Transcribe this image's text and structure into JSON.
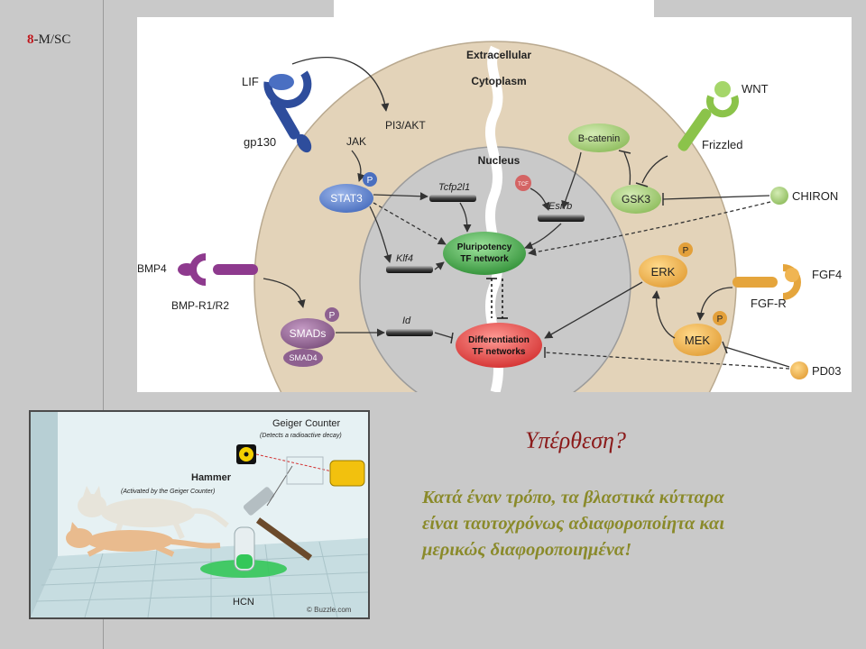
{
  "slide": {
    "number": "8",
    "code": "-M/SC"
  },
  "diagram": {
    "compartments": {
      "extracellular": "Extracellular",
      "cytoplasm": "Cytoplasm",
      "nucleus": "Nucleus"
    },
    "ligands": {
      "lif": "LIF",
      "gp130": "gp130",
      "jak": "JAK",
      "pi3akt": "PI3/AKT",
      "bmp4": "BMP4",
      "bmpr": "BMP-R1/R2",
      "wnt": "WNT",
      "frizzled": "Frizzled",
      "chiron": "CHIRON",
      "fgf4": "FGF4",
      "fgfr": "FGF-R",
      "pd03": "PD03"
    },
    "proteins": {
      "stat3": "STAT3",
      "smads": "SMADs",
      "smad4": "SMAD4",
      "bcatenin": "B-catenin",
      "gsk3": "GSK3",
      "erk": "ERK",
      "mek": "MEK",
      "tcf": "TCF",
      "phospho": "P"
    },
    "genes": {
      "tcfp2l1": "Tcfp2l1",
      "klf4": "Klf4",
      "id": "Id",
      "esrrb": "Esrrb"
    },
    "networks": {
      "pluripotency_line1": "Pluripotency",
      "pluripotency_line2": "TF network",
      "differentiation_line1": "Differentiation",
      "differentiation_line2": "TF networks"
    },
    "colors": {
      "cell": "#e3d3b9",
      "nucleus": "#c9c9c9",
      "stat3": "#5a7ec8",
      "smads": "#8e6190",
      "wnt_pathway": "#9cc46c",
      "fgf_pathway": "#e5a53c",
      "pluripotency": "#43a047",
      "differentiation": "#e53935"
    }
  },
  "illustration": {
    "geiger_title": "Geiger Counter",
    "geiger_note": "(Detects a radioactive decay)",
    "hammer_title": "Hammer",
    "hammer_note": "(Activated by the Geiger Counter)",
    "hcn": "HCN",
    "credit": "© Buzzle.com"
  },
  "hypothesis": {
    "title": "Υπέρθεση?",
    "line1": "Κατά έναν τρόπο, τα βλαστικά κύτταρα",
    "line2": "είναι ταυτοχρόνως αδιαφοροποίητα και",
    "line3": "μερικώς διαφοροποιημένα!"
  }
}
